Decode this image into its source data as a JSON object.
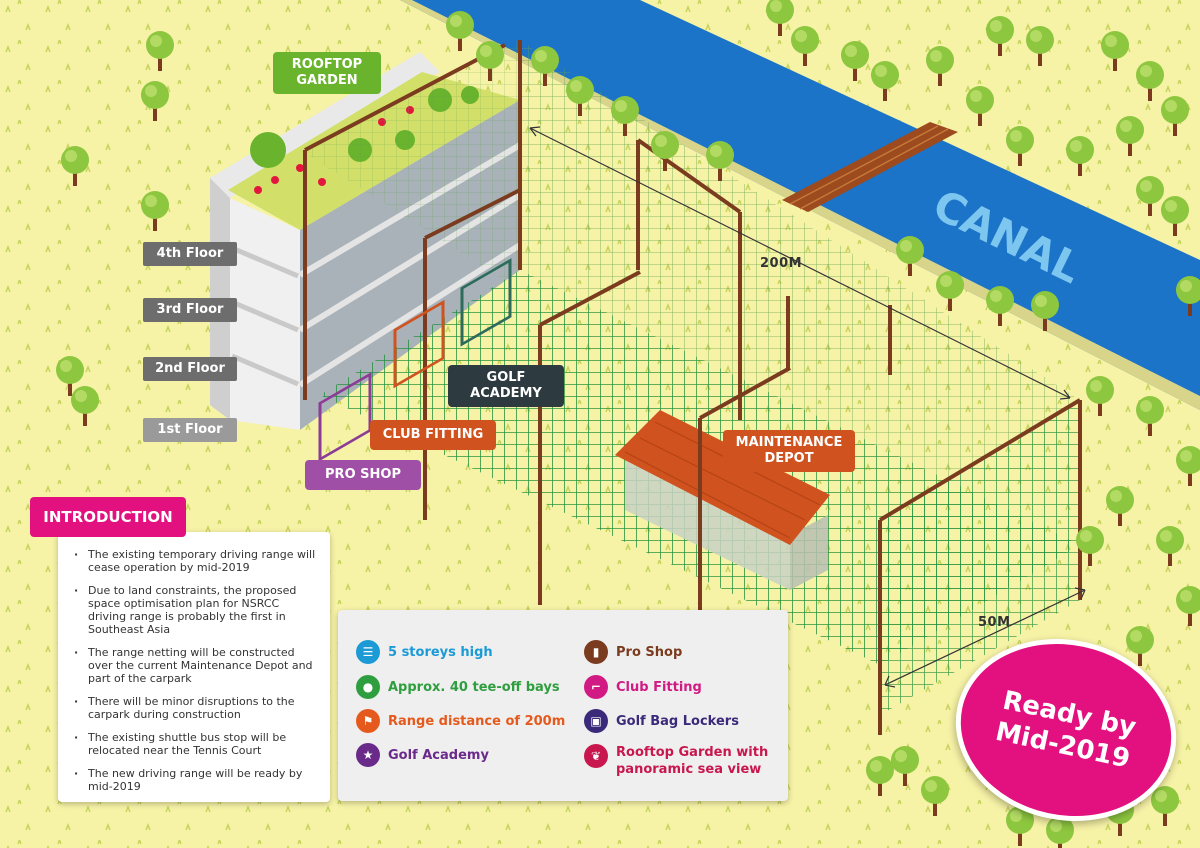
{
  "labels": {
    "rooftop_garden": [
      "ROOFTOP",
      "GARDEN"
    ],
    "floors": [
      "4th Floor",
      "3rd Floor",
      "2nd Floor",
      "1st Floor"
    ],
    "pro_shop": "PRO SHOP",
    "club_fitting": "CLUB FITTING",
    "golf_academy": [
      "GOLF",
      "ACADEMY"
    ],
    "maintenance_depot": [
      "MAINTENANCE",
      "DEPOT"
    ],
    "canal": "CANAL",
    "length": "200M",
    "width": "50M"
  },
  "introduction": {
    "title": "INTRODUCTION",
    "items": [
      "The existing temporary driving range will cease operation by mid-2019",
      "Due to land constraints, the proposed space optimisation plan for NSRCC driving range is probably the first in Southeast Asia",
      "The range netting will be constructed over the current Maintenance Depot and part of the carpark",
      "There will be minor disruptions to the carpark during construction",
      "The existing shuttle bus stop will be relocated near the Tennis Court",
      "The new driving range will be ready by mid-2019"
    ]
  },
  "legend": [
    {
      "label": "5 storeys high",
      "icon": "storeys-icon",
      "color": "#1b9ad6"
    },
    {
      "label": "Approx. 40 tee-off bays",
      "icon": "golf-tee-icon",
      "color": "#2f9e3f"
    },
    {
      "label": "Range distance of 200m",
      "icon": "flag-icon",
      "color": "#e55a1c"
    },
    {
      "label": "Golf Academy",
      "icon": "star-icon",
      "color": "#6a2a8a"
    },
    {
      "label": "Pro Shop",
      "icon": "shopping-bag-icon",
      "color": "#7a3b1e"
    },
    {
      "label": "Club Fitting",
      "icon": "golf-club-icon",
      "color": "#d11a83"
    },
    {
      "label": "Golf Bag Lockers",
      "icon": "lock-icon",
      "color": "#3b2a7a"
    },
    {
      "label": [
        "Rooftop Garden with",
        "panoramic sea view"
      ],
      "icon": "leaf-icon",
      "color": "#c8174f"
    }
  ],
  "ready": [
    "Ready by",
    "Mid-2019"
  ]
}
